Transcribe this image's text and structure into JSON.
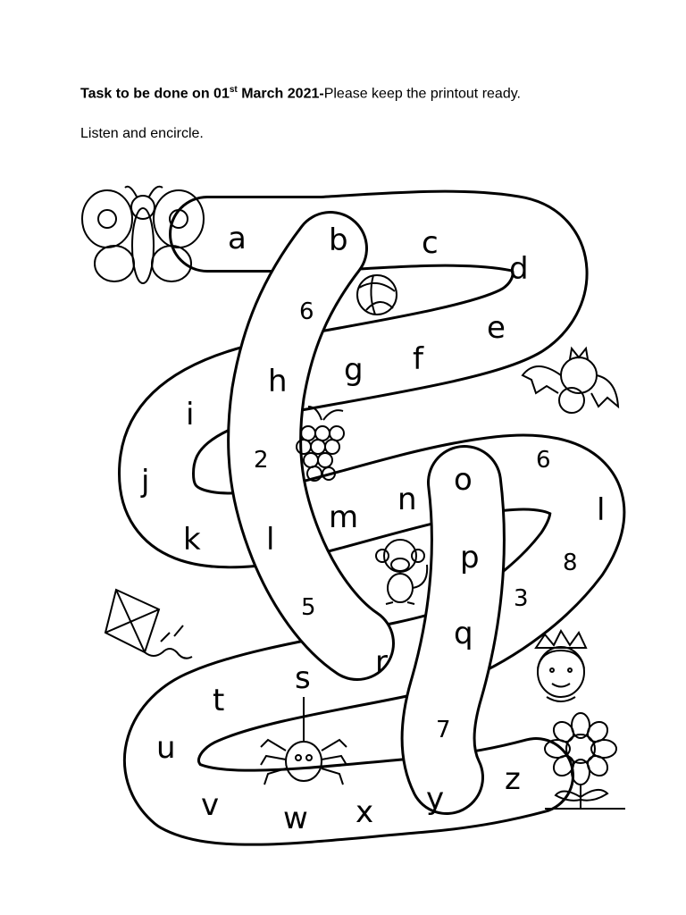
{
  "heading": {
    "bold_prefix": "Task to be done on 01",
    "superscript": "st",
    "bold_suffix": " March 2021-",
    "normal_text": "Please keep the printout ready."
  },
  "instruction": "Listen and encircle.",
  "maze_letters": [
    "a",
    "b",
    "c",
    "d",
    "e",
    "f",
    "g",
    "h",
    "i",
    "j",
    "k",
    "l",
    "m",
    "n",
    "o",
    "p",
    "q",
    "r",
    "s",
    "t",
    "u",
    "v",
    "w",
    "x",
    "y",
    "z"
  ],
  "maze_numbers": [
    "6",
    "2",
    "6",
    "8",
    "3",
    "5",
    "7"
  ],
  "pictures": [
    "butterfly",
    "ball",
    "bat",
    "grapes",
    "monkey",
    "kite",
    "queen",
    "spider",
    "flower"
  ]
}
